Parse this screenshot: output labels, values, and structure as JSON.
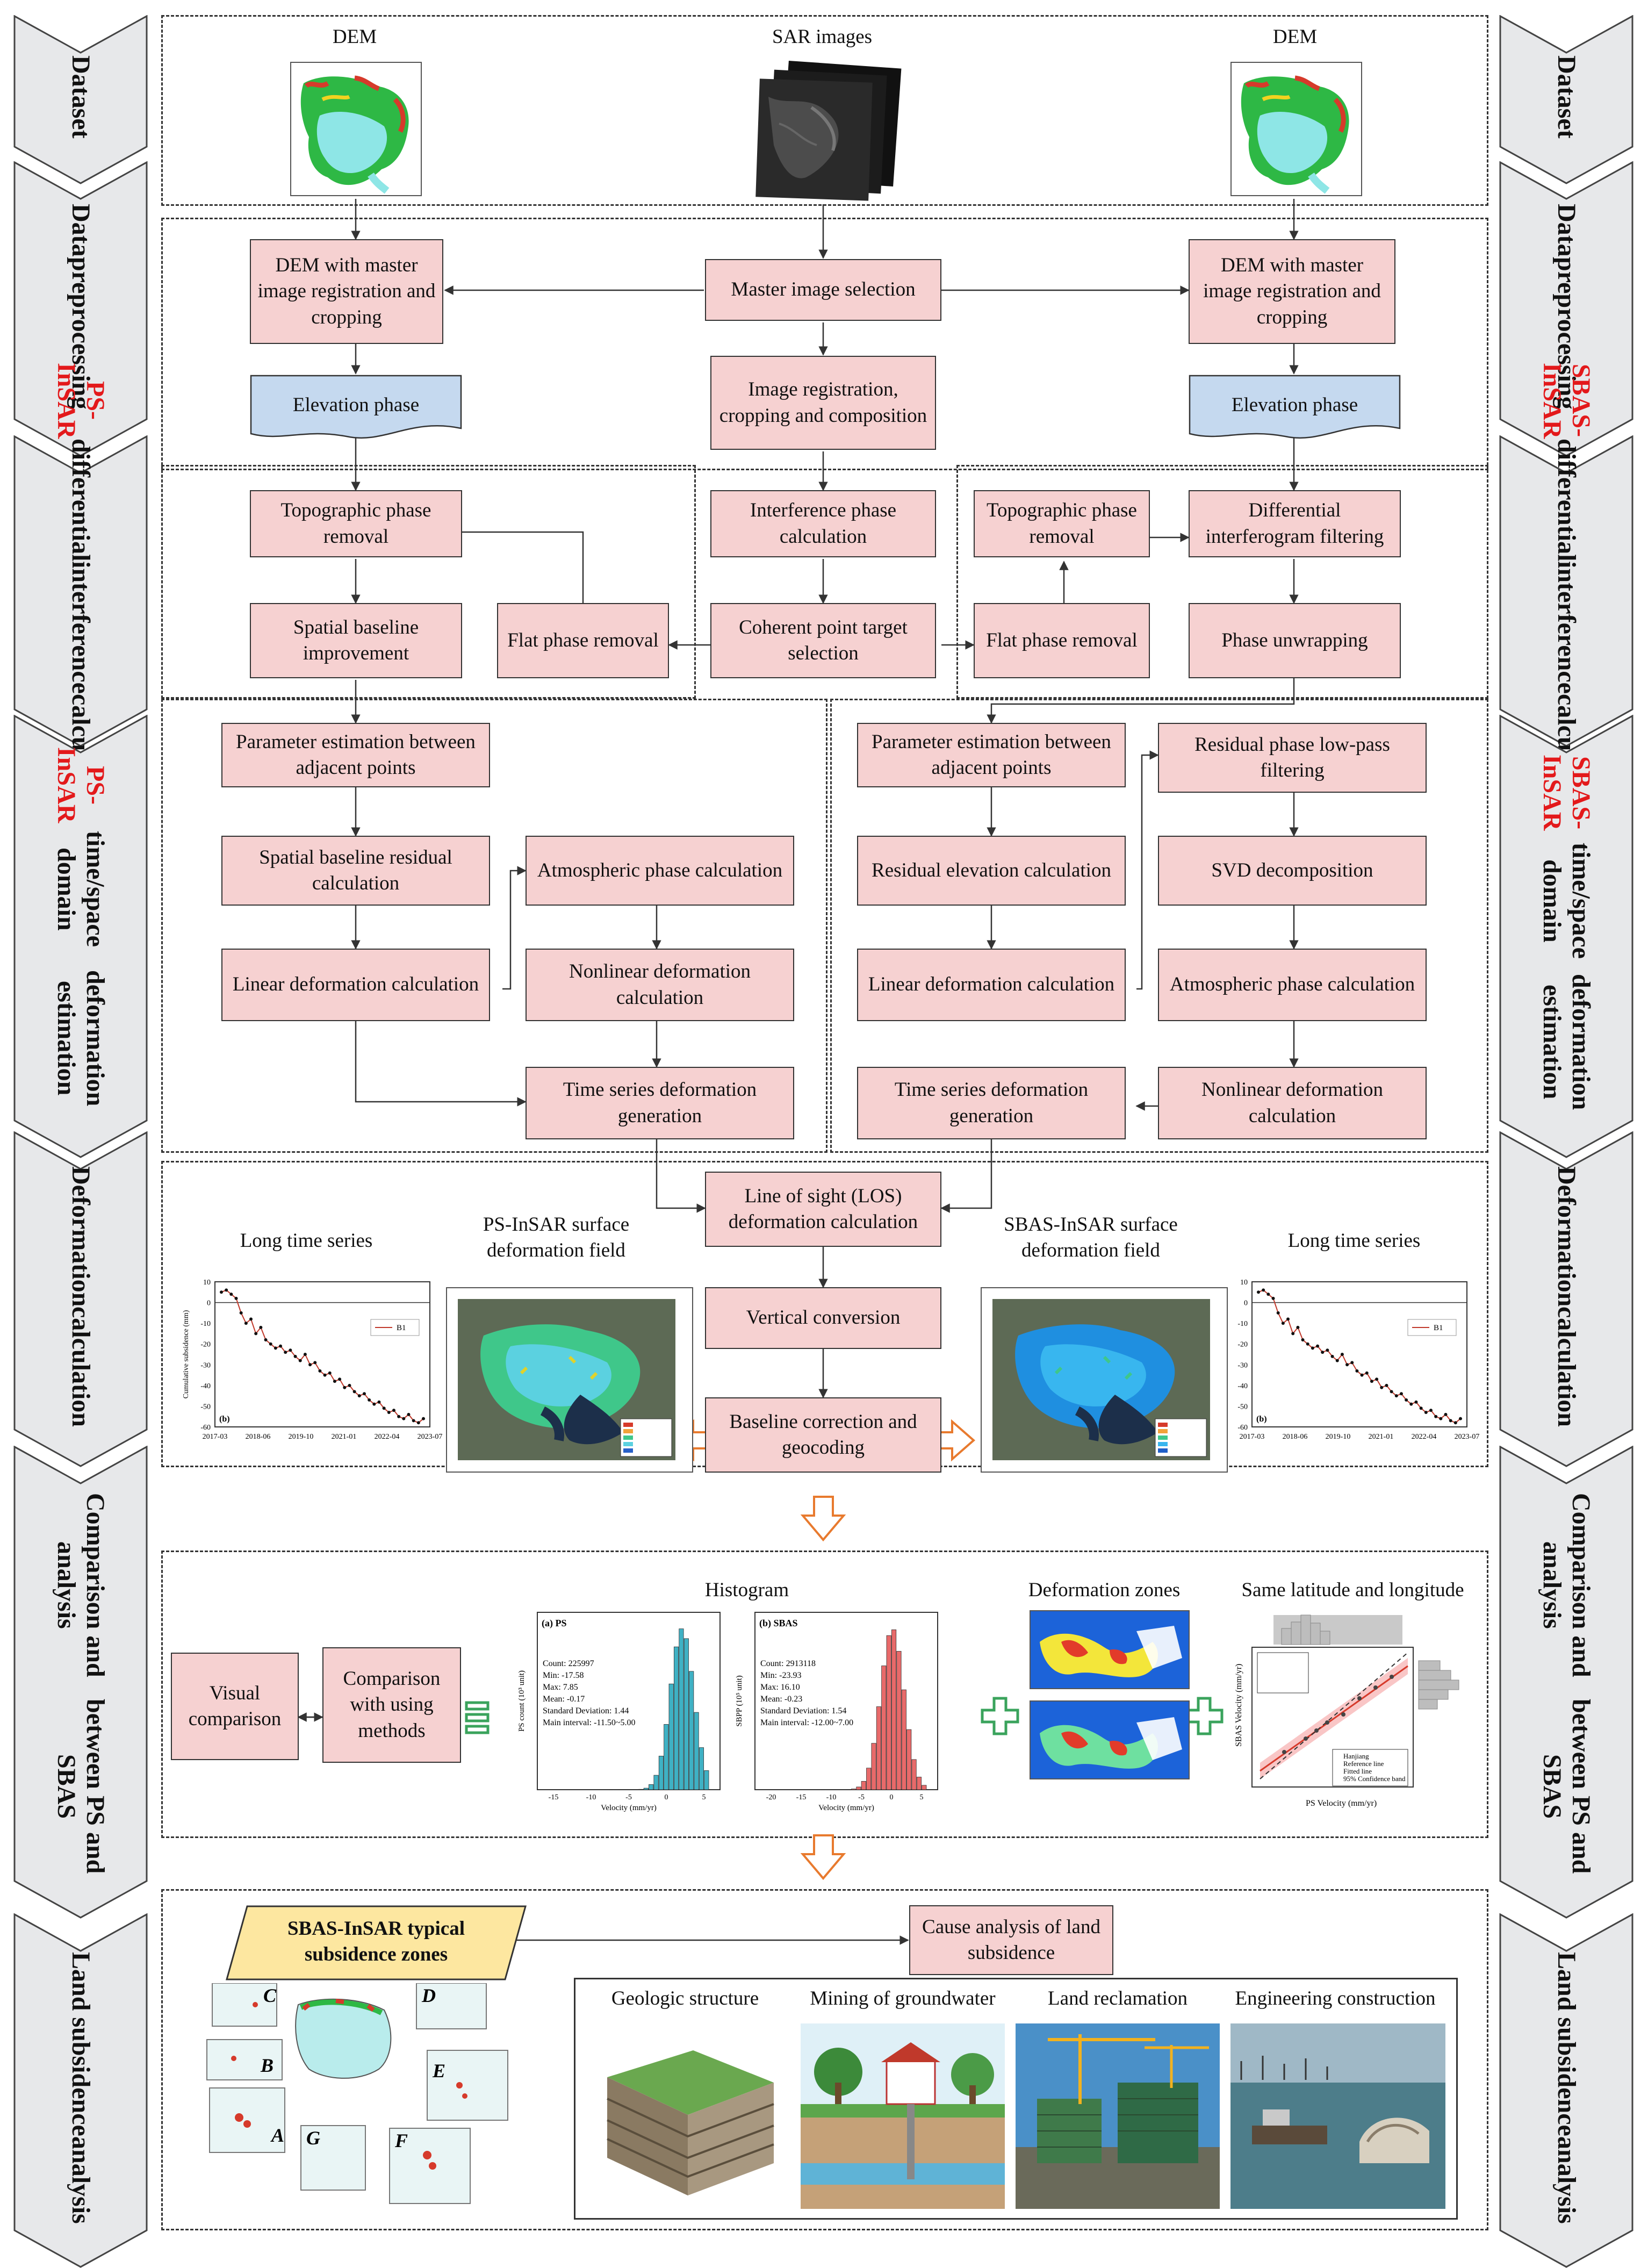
{
  "colors": {
    "pink_box": "#f6d1d1",
    "blue_doc": "#c5d9ef",
    "yellow_parallelogram": "#fde7a0",
    "side_fill": "#e7e8ea",
    "red_text": "#e3191b",
    "orange_arrow": "#e87a2e",
    "green_plus": "#3aa35c"
  },
  "side_labels": {
    "left": [
      {
        "lines": [
          "Dataset"
        ]
      },
      {
        "lines": [
          "Data",
          "preprocessing"
        ]
      },
      {
        "red": "PS-InSAR",
        "lines": [
          "differential",
          "interference",
          "calculation"
        ]
      },
      {
        "red": "PS-InSAR",
        "lines": [
          "time/space domain",
          "deformation estimation"
        ]
      },
      {
        "lines": [
          "Deformation",
          "calculation"
        ]
      },
      {
        "lines": [
          "Comparison and analysis",
          "between PS and SBAS"
        ]
      },
      {
        "lines": [
          "Land subsidence",
          "analysis"
        ]
      }
    ],
    "right": [
      {
        "lines": [
          "Dataset"
        ]
      },
      {
        "lines": [
          "Data",
          "preprocessing"
        ]
      },
      {
        "red": "SBAS-InSAR",
        "lines": [
          "differential",
          "interference",
          "calculation"
        ]
      },
      {
        "red": "SBAS-InSAR",
        "lines": [
          "time/space domain",
          "deformation estimation"
        ]
      },
      {
        "lines": [
          "Deformation",
          "calculation"
        ]
      },
      {
        "lines": [
          "Comparison and analysis",
          "between PS and SBAS"
        ]
      },
      {
        "lines": [
          "Land subsidence",
          "analysis"
        ]
      }
    ]
  },
  "dataset": {
    "dem_left": "DEM",
    "sar": "SAR images",
    "dem_right": "DEM"
  },
  "boxes": {
    "dem_reg_left": "DEM with master image registration and cropping",
    "master_sel": "Master image selection",
    "dem_reg_right": "DEM with master image registration and cropping",
    "elev_left": "Elevation phase",
    "img_reg": "Image registration, cropping and composition",
    "elev_right": "Elevation phase",
    "topo_left": "Topographic phase removal",
    "interf": "Interference phase calculation",
    "topo_right": "Topographic phase removal",
    "diff_filter": "Differential interferogram filtering",
    "spatial_impr": "Spatial baseline improvement",
    "flat_left": "Flat phase removal",
    "coherent": "Coherent point target selection",
    "flat_right": "Flat phase removal",
    "unwrap": "Phase unwrapping",
    "param_left": "Parameter estimation between adjacent points",
    "param_right": "Parameter estimation between adjacent points",
    "resid_lowpass": "Residual phase low-pass filtering",
    "spatial_resid": "Spatial baseline residual calculation",
    "atmo_left": "Atmospheric phase calculation",
    "resid_elev": "Residual elevation calculation",
    "svd": "SVD decomposition",
    "linear_left": "Linear deformation calculation",
    "nonlin_left": "Nonlinear deformation calculation",
    "linear_right": "Linear deformation calculation",
    "atmo_right": "Atmospheric phase calculation",
    "ts_left": "Time series deformation generation",
    "ts_right": "Time series deformation generation",
    "nonlin_right": "Nonlinear deformation calculation",
    "los": "Line of sight (LOS) deformation calculation",
    "vertical": "Vertical conversion",
    "baseline": "Baseline correction and geocoding",
    "visual": "Visual comparison",
    "compare_methods": "Comparison with using methods",
    "sbas_zones": "SBAS-InSAR typical subsidence zones",
    "cause": "Cause analysis of land subsidence"
  },
  "deformation_section": {
    "long_ts_left": "Long time series",
    "ps_field": "PS-InSAR surface deformation field",
    "sbas_field": "SBAS-InSAR surface deformation field",
    "long_ts_right": "Long time series",
    "ts_legend": "B1",
    "ts_panel": "(b)",
    "ts_ylabel": "Cumulative subsidence (mm)",
    "ts_yticks": [
      "10",
      "0",
      "-10",
      "-20",
      "-30",
      "-40",
      "-50",
      "-60"
    ],
    "ts_xticks": [
      "2017-03",
      "2018-06",
      "2019-10",
      "2021-01",
      "2022-04",
      "2023-07"
    ]
  },
  "comparison_section": {
    "histogram_title": "Histogram",
    "zones_title": "Deformation zones",
    "same_latlon_title": "Same latitude and longitude",
    "ps_hist": {
      "panel": "(a) PS",
      "stats": [
        "Count: 225997",
        "Min: -17.58",
        "Max: 7.85",
        "Mean: -0.17",
        "Standard Deviation: 1.44",
        "Main interval: -11.50~5.00"
      ],
      "xlabel": "Velocity (mm/yr)",
      "ylabel": "PS count (10³ unit)",
      "xticks": [
        "-15",
        "-10",
        "-5",
        "0",
        "5"
      ]
    },
    "sbas_hist": {
      "panel": "(b) SBAS",
      "stats": [
        "Count: 2913118",
        "Min: -23.93",
        "Max: 16.10",
        "Mean: -0.23",
        "Standard Deviation: 1.54",
        "Main interval: -12.00~7.00"
      ],
      "xlabel": "Velocity (mm/yr)",
      "ylabel": "SBPP (10⁵ unit)",
      "xticks": [
        "-20",
        "-15",
        "-10",
        "-5",
        "0",
        "5"
      ]
    },
    "scatter": {
      "xlabel": "PS Velocity (mm/yr)",
      "ylabel": "SBAS Velocity (mm/yr)",
      "legend": [
        "Hanjiang",
        "Reference line",
        "Fitted line",
        "95% Confidence band"
      ]
    }
  },
  "subsidence_section": {
    "zone_letters": [
      "A",
      "B",
      "C",
      "D",
      "E",
      "F",
      "G"
    ],
    "causes": [
      "Geologic structure",
      "Mining of groundwater",
      "Land reclamation",
      "Engineering construction"
    ]
  },
  "chart_data": {
    "type": "line",
    "title": "Long time series",
    "series": [
      {
        "name": "B1",
        "values": [
          5,
          6,
          4,
          2,
          -5,
          -10,
          -8,
          -15,
          -12,
          -18,
          -20,
          -22,
          -21,
          -24,
          -23,
          -26,
          -28,
          -25,
          -30,
          -29,
          -33,
          -35,
          -34,
          -38,
          -37,
          -41,
          -40,
          -43,
          -45,
          -44,
          -47,
          -49,
          -48,
          -51,
          -53,
          -52,
          -55,
          -56,
          -54,
          -57,
          -58,
          -56
        ]
      }
    ],
    "xlabel": "",
    "ylabel": "Cumulative subsidence (mm)",
    "ylim": [
      -60,
      10
    ]
  }
}
